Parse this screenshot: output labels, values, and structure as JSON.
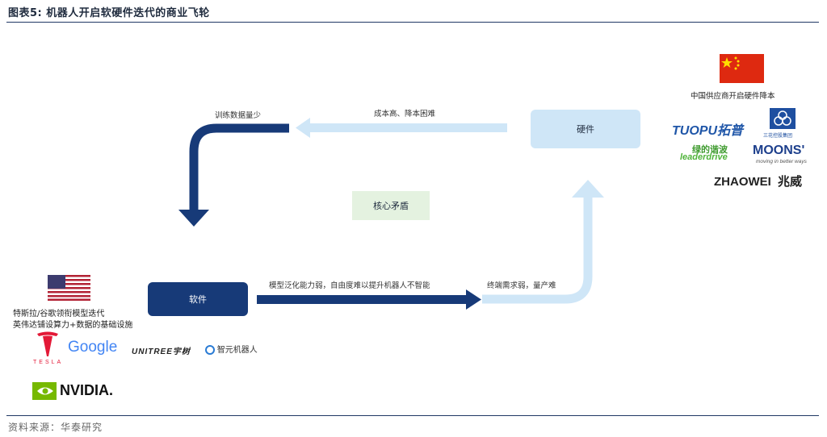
{
  "header": {
    "title": "图表5:  机器人开启软硬件迭代的商业飞轮"
  },
  "nodes": {
    "hardware": "硬件",
    "software": "软件",
    "core": "核心矛盾"
  },
  "edges": {
    "top": "成本高、降本困难",
    "left": "训练数据量少",
    "bottom": "模型泛化能力弱，自由度难以提升机器人不智能",
    "right": "终端需求弱，量产难"
  },
  "china": {
    "caption": "中国供应商开启硬件降本",
    "logos": {
      "tuopu": "TUOPU拓普",
      "sanhua_cn": "三花控股集团",
      "leaderdrive_cn": "绿的谐波",
      "leaderdrive_en": "leaderdrive",
      "moons": "MOONS'",
      "moons_tag": "moving in better ways",
      "zhaowei_en": "ZHAOWEI",
      "zhaowei_cn": "兆威"
    }
  },
  "usa": {
    "line1": "特斯拉/谷歌领衔模型迭代",
    "line2": "英伟达铺设算力+数据的基础设施",
    "logos": {
      "tesla": "TESLA",
      "google": "Google",
      "unitree": "UNITREE宇树",
      "zhiyuan": "智元机器人",
      "nvidia": "NVIDIA."
    }
  },
  "footer": {
    "source": "资料来源：华泰研究"
  },
  "colors": {
    "navy": "#173a78",
    "light_blue": "#cfe6f7",
    "green": "#e4f2e0",
    "red": "#de2910"
  }
}
